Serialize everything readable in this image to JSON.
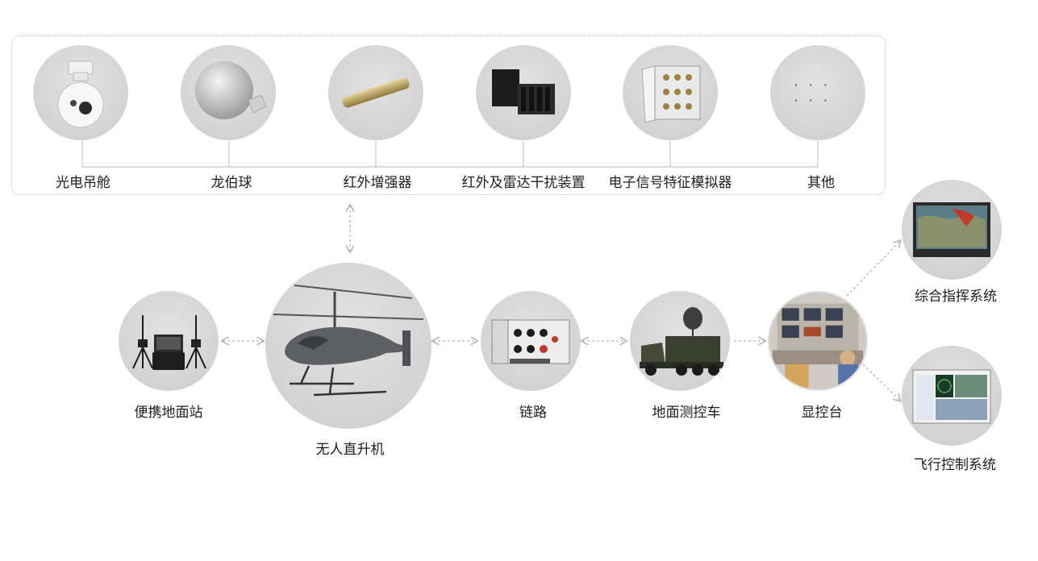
{
  "payloads": {
    "items": [
      {
        "label": "光电吊舱"
      },
      {
        "label": "龙伯球"
      },
      {
        "label": "红外增强器"
      },
      {
        "label": "红外及雷达干扰装置"
      },
      {
        "label": "电子信号特征模拟器"
      },
      {
        "label": "其他"
      }
    ],
    "ellipsis": "· · · · · ·"
  },
  "system": {
    "portable_station": "便携地面站",
    "helicopter": "无人直升机",
    "datalink": "链路",
    "ground_vehicle": "地面测控车",
    "console": "显控台",
    "command_system": "综合指挥系统",
    "flight_control": "飞行控制系统"
  }
}
